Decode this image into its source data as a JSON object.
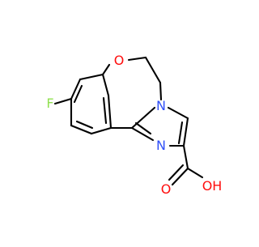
{
  "molecule": {
    "atoms": {
      "fluorine": "F",
      "ring_oxygen": "O",
      "imidazole_n_bridge": "N",
      "imidazole_n": "N",
      "carbonyl_oxygen": "O",
      "hydroxyl": "OH"
    }
  },
  "colors": {
    "bond": "#000000",
    "fluorine": "#90e050",
    "oxygen": "#ff0d0d",
    "nitrogen": "#3050f8",
    "background": "#ffffff"
  }
}
